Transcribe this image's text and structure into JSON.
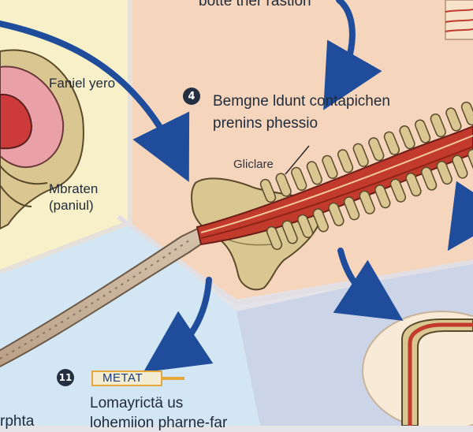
{
  "labels": {
    "top_caption": "botte ther rastion",
    "left_top": "Faniel yero",
    "left_mid_line1": "Mbraten",
    "left_mid_line2": "(paniul)",
    "step4_badge": "4",
    "step4_line1": "Bemgne ldunt contapichen",
    "step4_line2": "prenins phessio",
    "pointer_label": "Gliclare",
    "step11_badge": "11",
    "tag_text": "METAT",
    "bottom_line1": "Lomayrictä us",
    "bottom_line2": "lohemiion pharne-far",
    "bottom_left": "rphta"
  },
  "colors": {
    "panel_yellow": "#f8f0c8",
    "panel_peach": "#f6d5bd",
    "panel_blue": "#d3e6f3",
    "panel_lavender": "#ccd5e8",
    "bone": "#d9c690",
    "red_tissue": "#c23a2c",
    "arrow_blue": "#1f4d9c"
  }
}
